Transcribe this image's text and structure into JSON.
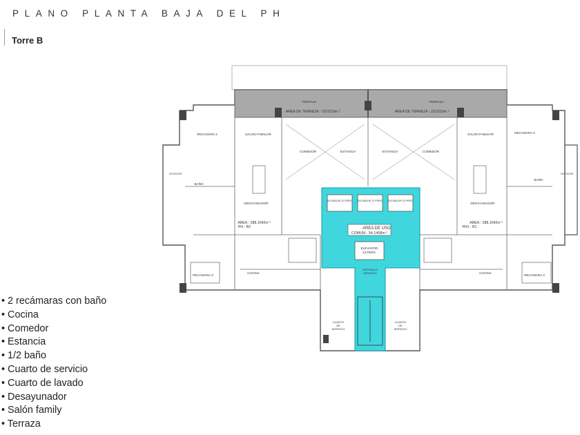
{
  "header": {
    "title": "PLANO PLANTA BAJA DEL PH",
    "subtitle": "Torre B"
  },
  "features": [
    "2 recámaras con baño",
    "Cocina",
    "Comedor",
    "Estancia",
    "1/2 baño",
    "Cuarto de servicio",
    "Cuarto de lavado",
    "Desayunador",
    "Salón family",
    "Terraza"
  ],
  "plan": {
    "terraza": "TERRAZA",
    "area_terraza": "AREA DE TERREZA - 29.0210m ²",
    "recamara_2": "RECAMARA 2",
    "recamara_3": "RECAMARA 3",
    "salon_familiar": "SALON FAMILIAR",
    "comedor": "COMEDOR",
    "estancia": "ESTANCIA",
    "desayunador": "DESAYUNADOR",
    "cocina": "COCINA",
    "bano": "BAÑO",
    "vestidor": "VESTIDOR",
    "elevador_12": "ELEVADOR 12 PERS.",
    "area_uso_comun_1": "AREA DE  USO",
    "area_uso_comun_2": "COMUN - 54.1408m ²",
    "elevador_12_center_1": "ELEVADOR",
    "elevador_12_center_2": "12 PERS.",
    "vestibulo_1": "VESTIBULO",
    "vestibulo_2": "SERVICIO",
    "cuarto_servicio_1": "CUARTO",
    "cuarto_servicio_2": "DE",
    "cuarto_servicio_3": "SERVICIO",
    "area_ph_1": "AREA - 288.1042m ²",
    "ph_b2": "PH - B2",
    "ph1_b1": "PH1 - B1"
  },
  "colors": {
    "common_area": "#3fd6dd",
    "terrace": "#a9a9a9",
    "walls": "#555555"
  }
}
